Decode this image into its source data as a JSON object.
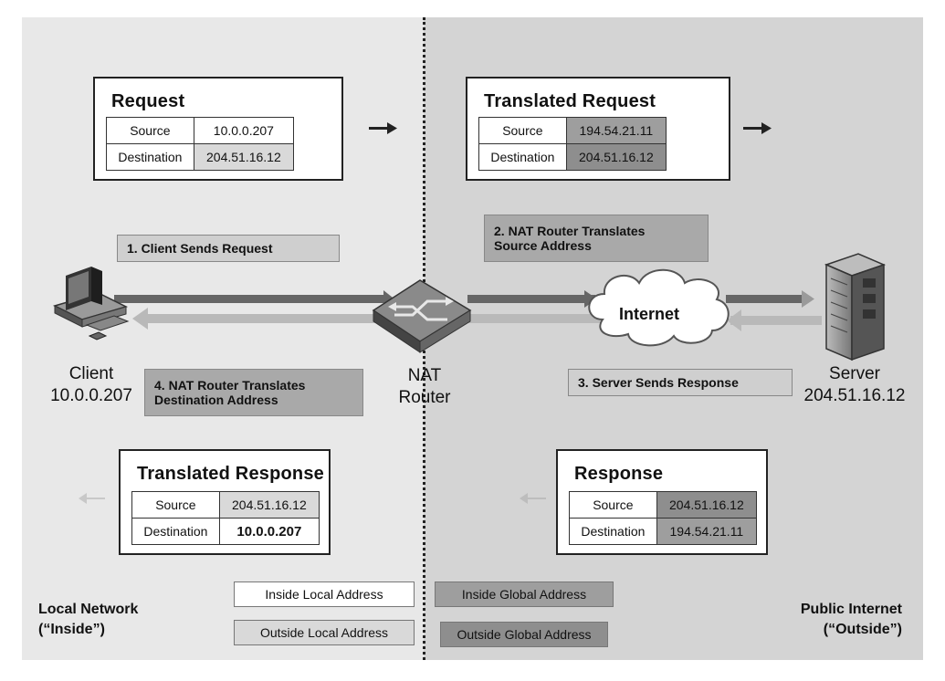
{
  "packets": {
    "request": {
      "title": "Request",
      "rows": [
        {
          "label": "Source",
          "value": "10.0.0.207"
        },
        {
          "label": "Destination",
          "value": "204.51.16.12"
        }
      ]
    },
    "translated_request": {
      "title": "Translated Request",
      "rows": [
        {
          "label": "Source",
          "value": "194.54.21.11"
        },
        {
          "label": "Destination",
          "value": "204.51.16.12"
        }
      ]
    },
    "translated_response": {
      "title": "Translated Response",
      "rows": [
        {
          "label": "Source",
          "value": "204.51.16.12"
        },
        {
          "label": "Destination",
          "value": "10.0.0.207"
        }
      ]
    },
    "response": {
      "title": "Response",
      "rows": [
        {
          "label": "Source",
          "value": "204.51.16.12"
        },
        {
          "label": "Destination",
          "value": "194.54.21.11"
        }
      ]
    }
  },
  "steps": {
    "s1": "1. Client Sends Request",
    "s2_line1": "2. NAT Router Translates",
    "s2_line2": "Source Address",
    "s3": "3. Server Sends Response",
    "s4_line1": "4. NAT Router Translates",
    "s4_line2": "Destination Address"
  },
  "nodes": {
    "client_name": "Client",
    "client_ip": "10.0.0.207",
    "router_line1": "NAT",
    "router_line2": "Router",
    "internet": "Internet",
    "server_name": "Server",
    "server_ip": "204.51.16.12"
  },
  "legend": {
    "inside_local": "Inside Local Address",
    "outside_local": "Outside Local Address",
    "inside_global": "Inside Global Address",
    "outside_global": "Outside Global Address"
  },
  "regions": {
    "local_line1": "Local Network",
    "local_line2": "(“Inside”)",
    "public_line1": "Public Internet",
    "public_line2": "(“Outside”)"
  },
  "colors": {
    "inside_local": "#ffffff",
    "outside_local": "#d9d9d9",
    "inside_global": "#9e9e9e",
    "outside_global": "#8e8e8e"
  },
  "icons": [
    "client-computer-icon",
    "nat-router-icon",
    "internet-cloud-icon",
    "server-icon",
    "arrow-right-icon",
    "arrow-left-icon"
  ]
}
